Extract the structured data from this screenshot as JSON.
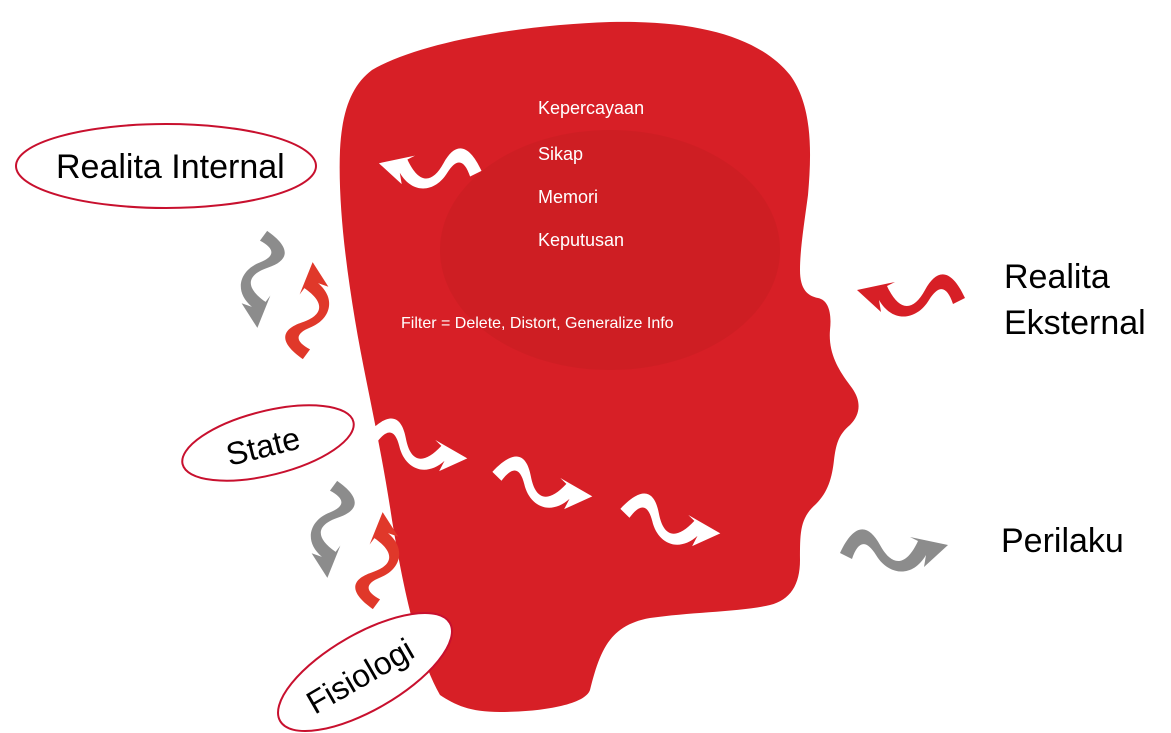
{
  "colors": {
    "head_red": "#d71f26",
    "head_shade": "#c41c22",
    "arrow_white": "#ffffff",
    "arrow_gray": "#8c8c8c",
    "arrow_red": "#e0382a",
    "outline_red": "#c8102e",
    "text": "#000000"
  },
  "labels": {
    "internal_reality": "Realita Internal",
    "external_reality_line1": "Realita",
    "external_reality_line2": "Eksternal",
    "state": "State",
    "physiology": "Fisiologi",
    "behavior": "Perilaku"
  },
  "head_text": {
    "items": [
      "Kepercayaan",
      "Sikap",
      "Memori",
      "Keputusan"
    ],
    "filter": "Filter = Delete, Distort, Generalize Info"
  },
  "icons": [
    "wavy-arrow-left-icon",
    "wavy-arrow-right-icon",
    "wavy-arrow-up-down-icon"
  ]
}
